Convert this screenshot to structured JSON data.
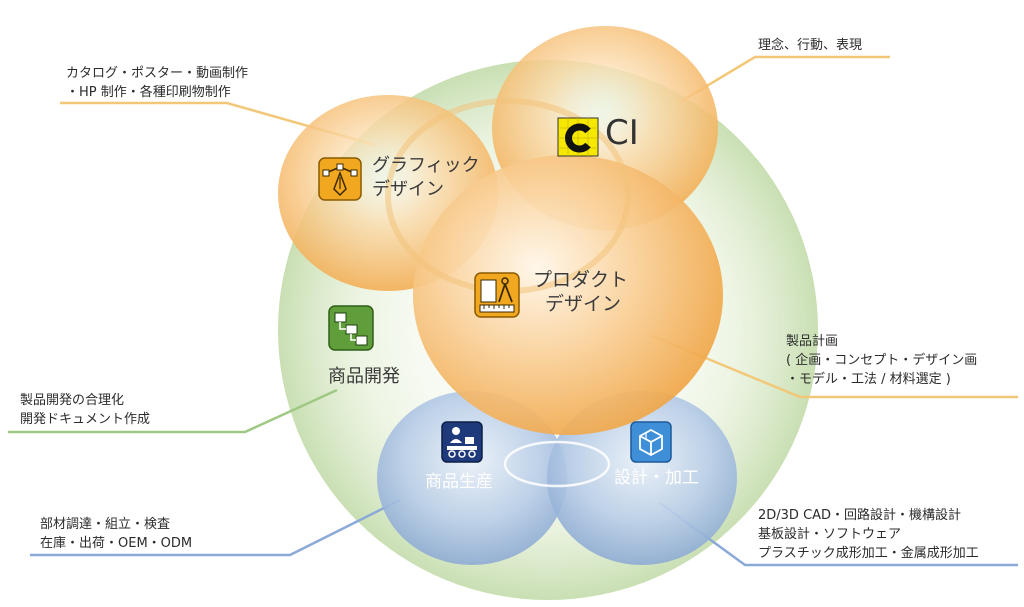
{
  "colors": {
    "big_circle": "#d9e9c9",
    "orange": "#f4b560",
    "blue": "#a9c4e4",
    "green_icon": "#5f9e3a",
    "gold_icon": "#f1a71f",
    "navy_icon": "#1e3a7a",
    "ci_icon": "#f6e800",
    "line_orange": "#f2c878",
    "line_green": "#9ec883",
    "line_blue": "#8aa9d9"
  },
  "nodes": {
    "graphic": {
      "line1": "グラフィック",
      "line2": "デザイン",
      "icon": "vector-pen-icon"
    },
    "ci": {
      "label": "CI",
      "icon": "ci-logo-icon"
    },
    "product": {
      "line1": "プロダクト",
      "line2": "デザイン",
      "icon": "drafting-compass-icon"
    },
    "development": {
      "label": "商品開発",
      "icon": "flowchart-icon"
    },
    "production": {
      "label": "商品生産",
      "icon": "conveyor-worker-icon"
    },
    "engineering": {
      "label": "設計・加工",
      "icon": "cube-3d-icon"
    }
  },
  "notes": {
    "graphic": [
      "カタログ・ポスター・動画制作",
      "・HP 制作・各種印刷物制作"
    ],
    "ci": [
      "理念、行動、表現"
    ],
    "product": [
      "製品計画",
      "( 企画・コンセプト・デザイン画",
      "・モデル・工法 / 材料選定 )"
    ],
    "development": [
      "製品開発の合理化",
      "開発ドキュメント作成"
    ],
    "production": [
      "部材調達・組立・検査",
      "在庫・出荷・OEM・ODM"
    ],
    "engineering": [
      "2D/3D CAD・回路設計・機構設計",
      "基板設計・ソフトウェア",
      "プラスチック成形加工・金属成形加工"
    ]
  }
}
